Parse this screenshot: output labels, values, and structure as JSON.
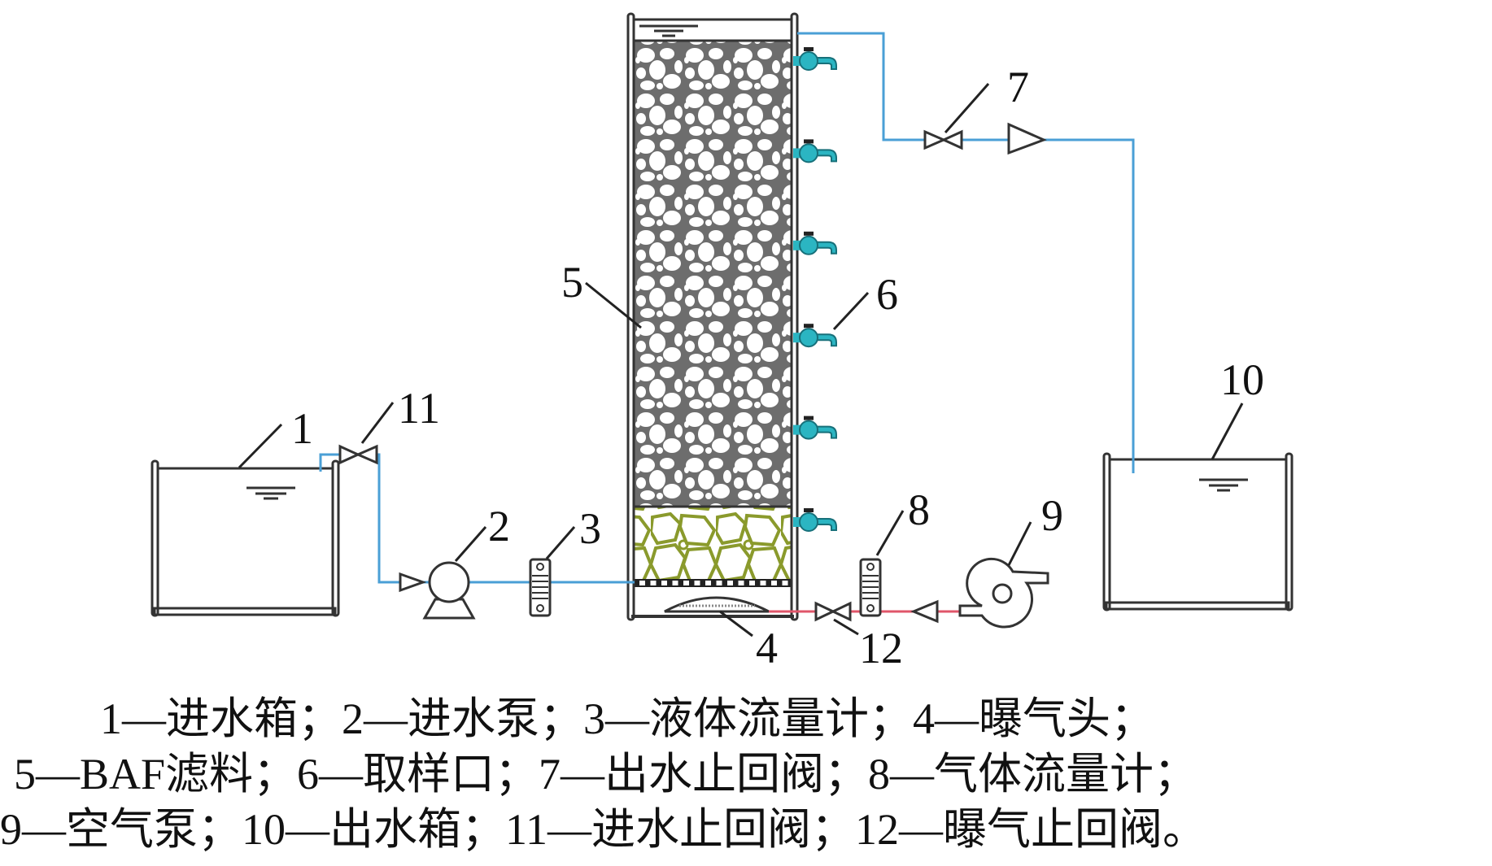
{
  "colors": {
    "water_pipe": "#4a9fd6",
    "air_pipe": "#e0566a",
    "outline": "#333333",
    "tap": "#2bb5c2",
    "tap_dark": "#17707a",
    "filter_media": "#6d6d6d",
    "gravel": "#8a9a2c"
  },
  "labels": {
    "n1": "1",
    "n2": "2",
    "n3": "3",
    "n4": "4",
    "n5": "5",
    "n6": "6",
    "n7": "7",
    "n8": "8",
    "n9": "9",
    "n10": "10",
    "n11": "11",
    "n12": "12"
  },
  "sampling_port_count": 6,
  "caption": {
    "line1": "1—进水箱；2—进水泵；3—液体流量计；4—曝气头；",
    "line2": "5—BAF滤料；6—取样口；7—出水止回阀；8—气体流量计；",
    "line3": "9—空气泵；10—出水箱；11—进水止回阀；12—曝气止回阀。"
  },
  "components": [
    {
      "id": 1,
      "name": "进水箱"
    },
    {
      "id": 2,
      "name": "进水泵"
    },
    {
      "id": 3,
      "name": "液体流量计"
    },
    {
      "id": 4,
      "name": "曝气头"
    },
    {
      "id": 5,
      "name": "BAF滤料"
    },
    {
      "id": 6,
      "name": "取样口"
    },
    {
      "id": 7,
      "name": "出水止回阀"
    },
    {
      "id": 8,
      "name": "气体流量计"
    },
    {
      "id": 9,
      "name": "空气泵"
    },
    {
      "id": 10,
      "name": "出水箱"
    },
    {
      "id": 11,
      "name": "进水止回阀"
    },
    {
      "id": 12,
      "name": "曝气止回阀"
    }
  ]
}
